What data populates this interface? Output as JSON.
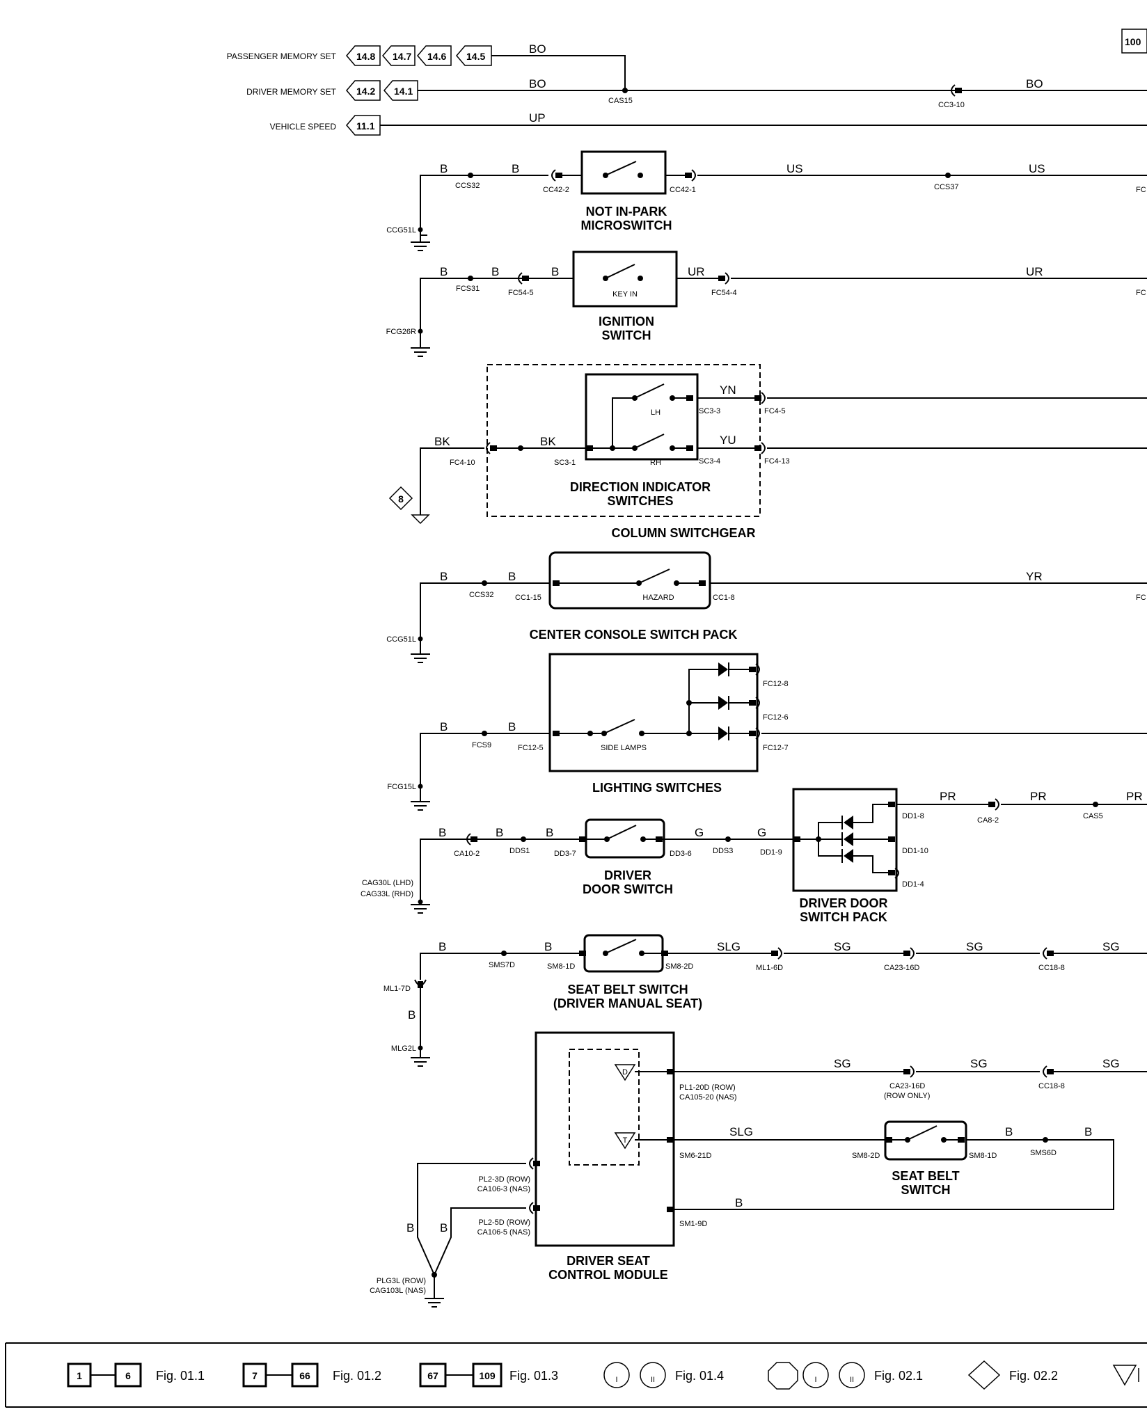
{
  "page_ref": "100",
  "inputs": {
    "passenger_memory_set": {
      "label": "PASSENGER MEMORY SET",
      "refs": [
        "14.8",
        "14.7",
        "14.6",
        "14.5"
      ],
      "wire": "BO"
    },
    "driver_memory_set": {
      "label": "DRIVER MEMORY SET",
      "refs": [
        "14.2",
        "14.1"
      ],
      "wire": "BO",
      "wire2": "BO",
      "splice": "CAS15",
      "connector": "CC3-10"
    },
    "vehicle_speed": {
      "label": "VEHICLE SPEED",
      "refs": [
        "11.1"
      ],
      "wire": "UP"
    }
  },
  "not_in_park": {
    "title1": "NOT IN-PARK",
    "title2": "MICROSWITCH",
    "wire_b1": "B",
    "wire_b2": "B",
    "splice": "CCS32",
    "ground": "CCG51L",
    "conn_in": "CC42-2",
    "conn_out": "CC42-1",
    "wire_out1": "US",
    "splice_out": "CCS37",
    "wire_out2": "US",
    "edge": "FC"
  },
  "ignition": {
    "title1": "IGNITION",
    "title2": "SWITCH",
    "contact": "KEY IN",
    "wire_b1": "B",
    "wire_b2": "B",
    "wire_b3": "B",
    "splice": "FCS31",
    "ground": "FCG26R",
    "conn_in": "FC54-5",
    "conn_out": "FC54-4",
    "wire_out1": "UR",
    "wire_out2": "UR",
    "edge": "FC"
  },
  "column": {
    "title1": "DIRECTION INDICATOR",
    "title2": "SWITCHES",
    "group": "COLUMN SWITCHGEAR",
    "lh": "LH",
    "rh": "RH",
    "wire_in1": "BK",
    "wire_in2": "BK",
    "conn_in": "FC4-10",
    "sc_in": "SC3-1",
    "sc_lh": "SC3-3",
    "sc_rh": "SC3-4",
    "wire_lh": "YN",
    "wire_rh": "YU",
    "fc_lh": "FC4-5",
    "fc_rh": "FC4-13",
    "ground_ref": "8"
  },
  "console": {
    "title": "CENTER CONSOLE SWITCH PACK",
    "contact": "HAZARD",
    "wire_b1": "B",
    "wire_b2": "B",
    "splice": "CCS32",
    "ground": "CCG51L",
    "conn_in": "CC1-15",
    "conn_out": "CC1-8",
    "wire_out": "YR",
    "edge": "FC"
  },
  "lighting": {
    "title": "LIGHTING SWITCHES",
    "contact": "SIDE LAMPS",
    "wire_b1": "B",
    "wire_b2": "B",
    "splice": "FCS9",
    "ground": "FCG15L",
    "conn_in": "FC12-5",
    "outs": [
      "FC12-8",
      "FC12-6",
      "FC12-7"
    ]
  },
  "door": {
    "title1": "DRIVER",
    "title2": "DOOR SWITCH",
    "pack1": "DRIVER DOOR",
    "pack2": "SWITCH PACK",
    "wire_b1": "B",
    "wire_b2": "B",
    "wire_b3": "B",
    "ground1": "CAG30L (LHD)",
    "ground2": "CAG33L (RHD)",
    "conn_ca": "CA10-2",
    "splice": "DDS1",
    "conn_in": "DD3-7",
    "conn_out": "DD3-6",
    "wire_g1": "G",
    "wire_g2": "G",
    "splice2": "DDS3",
    "pack_in": "DD1-9",
    "pack_outs": [
      "DD1-8",
      "DD1-10",
      "DD1-4"
    ],
    "wire_pr1": "PR",
    "wire_pr2": "PR",
    "wire_pr3": "PR",
    "conn_pr": "CA8-2",
    "splice_pr": "CAS5"
  },
  "seatbelt_manual": {
    "title1": "SEAT BELT SWITCH",
    "title2": "(DRIVER MANUAL SEAT)",
    "wire_b1": "B",
    "wire_b2": "B",
    "wire_b3": "B",
    "splice": "SMS7D",
    "ml": "ML1-7D",
    "ground": "MLG2L",
    "conn_in": "SM8-1D",
    "conn_out": "SM8-2D",
    "wires": [
      "SLG",
      "SG",
      "SG",
      "SG"
    ],
    "conns": [
      "ML1-6D",
      "CA23-16D",
      "CC18-8"
    ]
  },
  "seat_module": {
    "title1": "DRIVER SEAT",
    "title2": "CONTROL MODULE",
    "sym1": "D",
    "sym2": "T",
    "out1a": "PL1-20D (ROW)",
    "out1b": "CA105-20 (NAS)",
    "out2": "SM6-21D",
    "out3": "SM1-9D",
    "in1a": "PL2-3D (ROW)",
    "in1b": "CA106-3 (NAS)",
    "in2a": "PL2-5D (ROW)",
    "in2b": "CA106-5 (NAS)",
    "ground1": "PLG3L (ROW)",
    "ground2": "CAG103L (NAS)",
    "wire_b_left1": "B",
    "wire_b_left2": "B",
    "wire_sg1": "SG",
    "wire_sg2": "SG",
    "wire_sg3": "SG",
    "conn_ca23": "CA23-16D",
    "conn_ca23_note": "(ROW ONLY)",
    "conn_cc18": "CC18-8",
    "wire_slg": "SLG",
    "wire_b_ret": "B"
  },
  "seatbelt_switch": {
    "title1": "SEAT BELT",
    "title2": "SWITCH",
    "conn_in": "SM8-2D",
    "conn_out": "SM8-1D",
    "splice": "SMS6D",
    "wire_b1": "B",
    "wire_b2": "B"
  },
  "legend": [
    {
      "a": "1",
      "b": "6",
      "fig": "Fig. 01.1"
    },
    {
      "a": "7",
      "b": "66",
      "fig": "Fig. 01.2"
    },
    {
      "a": "67",
      "b": "109",
      "fig": "Fig. 01.3"
    },
    {
      "fig": "Fig. 01.4",
      "sym1": "I",
      "sym2": "II"
    },
    {
      "fig": "Fig. 02.1",
      "sym1": "I",
      "sym2": "II"
    },
    {
      "fig": "Fig. 02.2"
    }
  ]
}
